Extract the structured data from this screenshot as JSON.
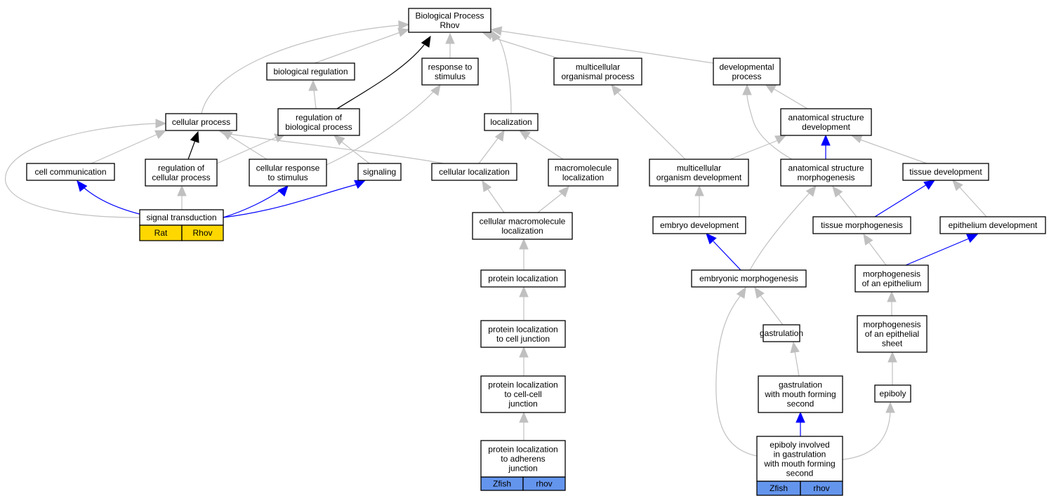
{
  "colors": {
    "edge_gray": "#c0c0c0",
    "edge_blue": "#0000ff",
    "edge_black": "#000000",
    "tag_rat": "#ffd700",
    "tag_zfish": "#6495ed"
  },
  "nodes": {
    "bp_root": [
      "Biological Process",
      "Rhov"
    ],
    "bio_reg": [
      "biological regulation"
    ],
    "resp_stim": [
      "response to",
      "stimulus"
    ],
    "multi_proc": [
      "multicellular",
      "organismal process"
    ],
    "dev_proc": [
      "developmental",
      "process"
    ],
    "cell_proc": [
      "cellular process"
    ],
    "reg_bio": [
      "regulation of",
      "biological process"
    ],
    "localization": [
      "localization"
    ],
    "anat_dev": [
      "anatomical structure",
      "development"
    ],
    "cell_comm": [
      "cell communication"
    ],
    "reg_cell": [
      "regulation of",
      "cellular process"
    ],
    "cell_resp": [
      "cellular response",
      "to stimulus"
    ],
    "signaling": [
      "signaling"
    ],
    "cell_loc": [
      "cellular localization"
    ],
    "macro_loc": [
      "macromolecule",
      "localization"
    ],
    "multi_dev": [
      "multicellular",
      "organism development"
    ],
    "anat_morph": [
      "anatomical structure",
      "morphogenesis"
    ],
    "tissue_dev": [
      "tissue development"
    ],
    "sig_trans": [
      "signal transduction"
    ],
    "cell_macro_loc": [
      "cellular macromolecule",
      "localization"
    ],
    "embryo_dev": [
      "embryo development"
    ],
    "tissue_morph": [
      "tissue morphogenesis"
    ],
    "epi_dev": [
      "epithelium development"
    ],
    "prot_loc": [
      "protein localization"
    ],
    "embryonic_morph": [
      "embryonic morphogenesis"
    ],
    "morph_epi": [
      "morphogenesis",
      "of an epithelium"
    ],
    "prot_loc_cj": [
      "protein localization",
      "to cell junction"
    ],
    "gastrulation": [
      "gastrulation"
    ],
    "morph_epi_sheet": [
      "morphogenesis",
      "of an epithelial",
      "sheet"
    ],
    "prot_loc_ccj": [
      "protein localization",
      "to cell-cell",
      "junction"
    ],
    "gast_mouth": [
      "gastrulation",
      "with mouth forming",
      "second"
    ],
    "epiboly": [
      "epiboly"
    ],
    "prot_loc_aj": [
      "protein localization",
      "to adherens",
      "junction"
    ],
    "epiboly_gast": [
      "epiboly involved",
      "in gastrulation",
      "with mouth forming",
      "second"
    ]
  },
  "tags": {
    "sig_trans": [
      "Rat",
      "Rhov"
    ],
    "prot_loc_aj": [
      "Zfish",
      "rhov"
    ],
    "epiboly_gast": [
      "Zfish",
      "rhov"
    ]
  },
  "edges": [
    {
      "from": "bio_reg",
      "to": "bp_root",
      "kind": "gray"
    },
    {
      "from": "resp_stim",
      "to": "bp_root",
      "kind": "gray"
    },
    {
      "from": "multi_proc",
      "to": "bp_root",
      "kind": "gray"
    },
    {
      "from": "dev_proc",
      "to": "bp_root",
      "kind": "gray"
    },
    {
      "from": "cell_proc",
      "to": "bp_root",
      "kind": "gray"
    },
    {
      "from": "localization",
      "to": "bp_root",
      "kind": "gray"
    },
    {
      "from": "reg_bio",
      "to": "bp_root",
      "kind": "black"
    },
    {
      "from": "reg_bio",
      "to": "bio_reg",
      "kind": "gray"
    },
    {
      "from": "cell_comm",
      "to": "cell_proc",
      "kind": "gray"
    },
    {
      "from": "reg_cell",
      "to": "cell_proc",
      "kind": "black"
    },
    {
      "from": "cell_resp",
      "to": "cell_proc",
      "kind": "gray"
    },
    {
      "from": "cell_loc",
      "to": "cell_proc",
      "kind": "gray"
    },
    {
      "from": "sig_trans",
      "to": "cell_proc",
      "kind": "gray"
    },
    {
      "from": "reg_cell",
      "to": "reg_bio",
      "kind": "gray"
    },
    {
      "from": "signaling",
      "to": "reg_bio",
      "kind": "gray"
    },
    {
      "from": "cell_resp",
      "to": "resp_stim",
      "kind": "gray"
    },
    {
      "from": "sig_trans",
      "to": "reg_cell",
      "kind": "gray"
    },
    {
      "from": "sig_trans",
      "to": "cell_comm",
      "kind": "blue"
    },
    {
      "from": "sig_trans",
      "to": "cell_resp",
      "kind": "blue"
    },
    {
      "from": "sig_trans",
      "to": "signaling",
      "kind": "blue"
    },
    {
      "from": "cell_loc",
      "to": "localization",
      "kind": "gray"
    },
    {
      "from": "macro_loc",
      "to": "localization",
      "kind": "gray"
    },
    {
      "from": "cell_macro_loc",
      "to": "cell_loc",
      "kind": "gray"
    },
    {
      "from": "cell_macro_loc",
      "to": "macro_loc",
      "kind": "gray"
    },
    {
      "from": "prot_loc",
      "to": "cell_macro_loc",
      "kind": "gray"
    },
    {
      "from": "prot_loc_cj",
      "to": "prot_loc",
      "kind": "gray"
    },
    {
      "from": "prot_loc_ccj",
      "to": "prot_loc_cj",
      "kind": "gray"
    },
    {
      "from": "prot_loc_aj",
      "to": "prot_loc_ccj",
      "kind": "gray"
    },
    {
      "from": "multi_dev",
      "to": "multi_proc",
      "kind": "gray"
    },
    {
      "from": "multi_dev",
      "to": "anat_dev",
      "kind": "gray"
    },
    {
      "from": "anat_dev",
      "to": "dev_proc",
      "kind": "gray"
    },
    {
      "from": "anat_morph",
      "to": "dev_proc",
      "kind": "gray"
    },
    {
      "from": "anat_morph",
      "to": "anat_dev",
      "kind": "blue"
    },
    {
      "from": "tissue_dev",
      "to": "anat_dev",
      "kind": "gray"
    },
    {
      "from": "embryo_dev",
      "to": "multi_dev",
      "kind": "gray"
    },
    {
      "from": "tissue_morph",
      "to": "anat_morph",
      "kind": "gray"
    },
    {
      "from": "tissue_morph",
      "to": "tissue_dev",
      "kind": "blue"
    },
    {
      "from": "epi_dev",
      "to": "tissue_dev",
      "kind": "gray"
    },
    {
      "from": "embryonic_morph",
      "to": "embryo_dev",
      "kind": "blue"
    },
    {
      "from": "embryonic_morph",
      "to": "anat_morph",
      "kind": "gray"
    },
    {
      "from": "morph_epi",
      "to": "tissue_morph",
      "kind": "gray"
    },
    {
      "from": "morph_epi",
      "to": "epi_dev",
      "kind": "blue"
    },
    {
      "from": "gastrulation",
      "to": "embryonic_morph",
      "kind": "gray"
    },
    {
      "from": "morph_epi_sheet",
      "to": "morph_epi",
      "kind": "gray"
    },
    {
      "from": "gast_mouth",
      "to": "gastrulation",
      "kind": "gray"
    },
    {
      "from": "epiboly",
      "to": "morph_epi_sheet",
      "kind": "gray"
    },
    {
      "from": "epiboly_gast",
      "to": "gast_mouth",
      "kind": "blue"
    },
    {
      "from": "epiboly_gast",
      "to": "epiboly",
      "kind": "gray"
    },
    {
      "from": "epiboly_gast",
      "to": "embryonic_morph",
      "kind": "gray"
    }
  ]
}
